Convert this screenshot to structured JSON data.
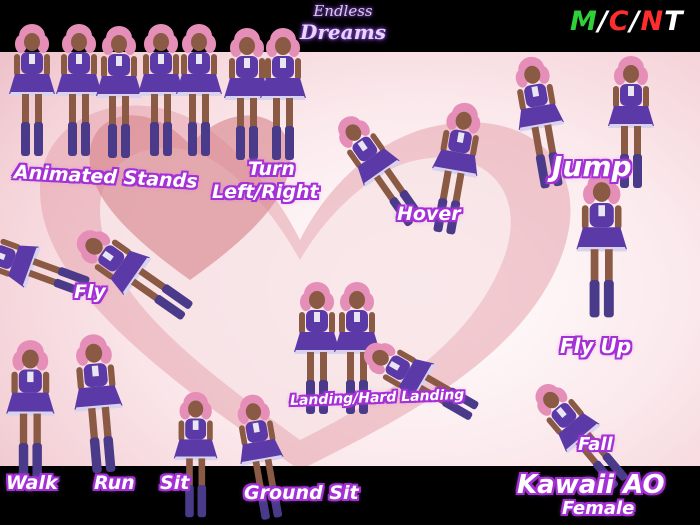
{
  "logo": {
    "line1": "Endless",
    "line2": "Dreams"
  },
  "badge": {
    "parts": [
      {
        "text": "M",
        "color": "#2fd03a"
      },
      {
        "text": "/",
        "color": "#ffffff"
      },
      {
        "text": "C",
        "color": "#ff2d2d"
      },
      {
        "text": "/",
        "color": "#ffffff"
      },
      {
        "text": "N",
        "color": "#ff2d2d"
      },
      {
        "text": "T",
        "color": "#ffffff"
      }
    ]
  },
  "labels": {
    "animated_stands": "Animated Stands",
    "turn_line1": "Turn",
    "turn_line2": "Left/Right",
    "hover": "Hover",
    "jump": "Jump",
    "fly": "Fly",
    "fly_up": "Fly Up",
    "landing": "Landing/Hard Landing",
    "fall": "Fall",
    "walk": "Walk",
    "run": "Run",
    "sit": "Sit",
    "ground_sit": "Ground Sit",
    "product": "Kawaii AO",
    "gender": "Female"
  },
  "colors": {
    "label_outline": "#a531d6",
    "outfit": "#5b3aa8",
    "hair": "#e58fb8",
    "skin": "#8a5a44"
  }
}
